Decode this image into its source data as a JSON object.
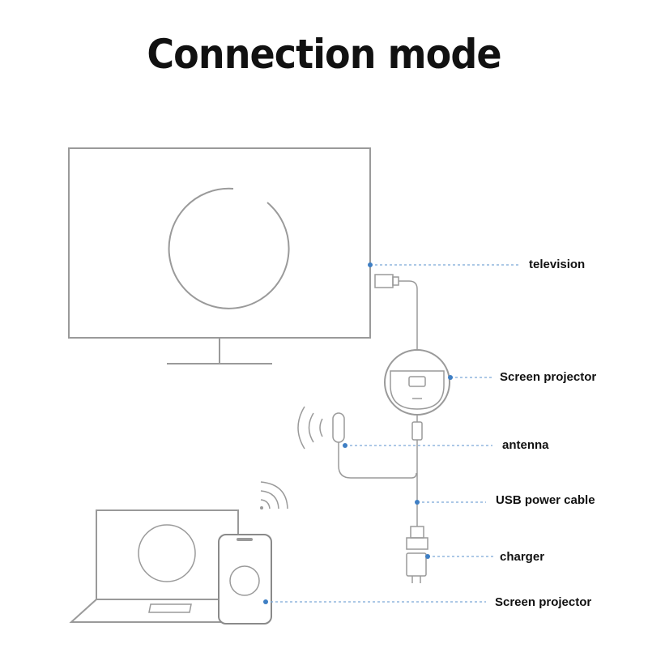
{
  "title": "Connection mode",
  "labels": {
    "television": "television",
    "screen_projector_top": "Screen projector",
    "antenna": "antenna",
    "usb_power_cable": "USB power cable",
    "charger": "charger",
    "screen_projector_bottom": "Screen projector"
  },
  "colors": {
    "outline": "#9a9a9a",
    "leader_line": "#7aa6d6",
    "leader_dot": "#3f7fc4",
    "text": "#111111"
  }
}
